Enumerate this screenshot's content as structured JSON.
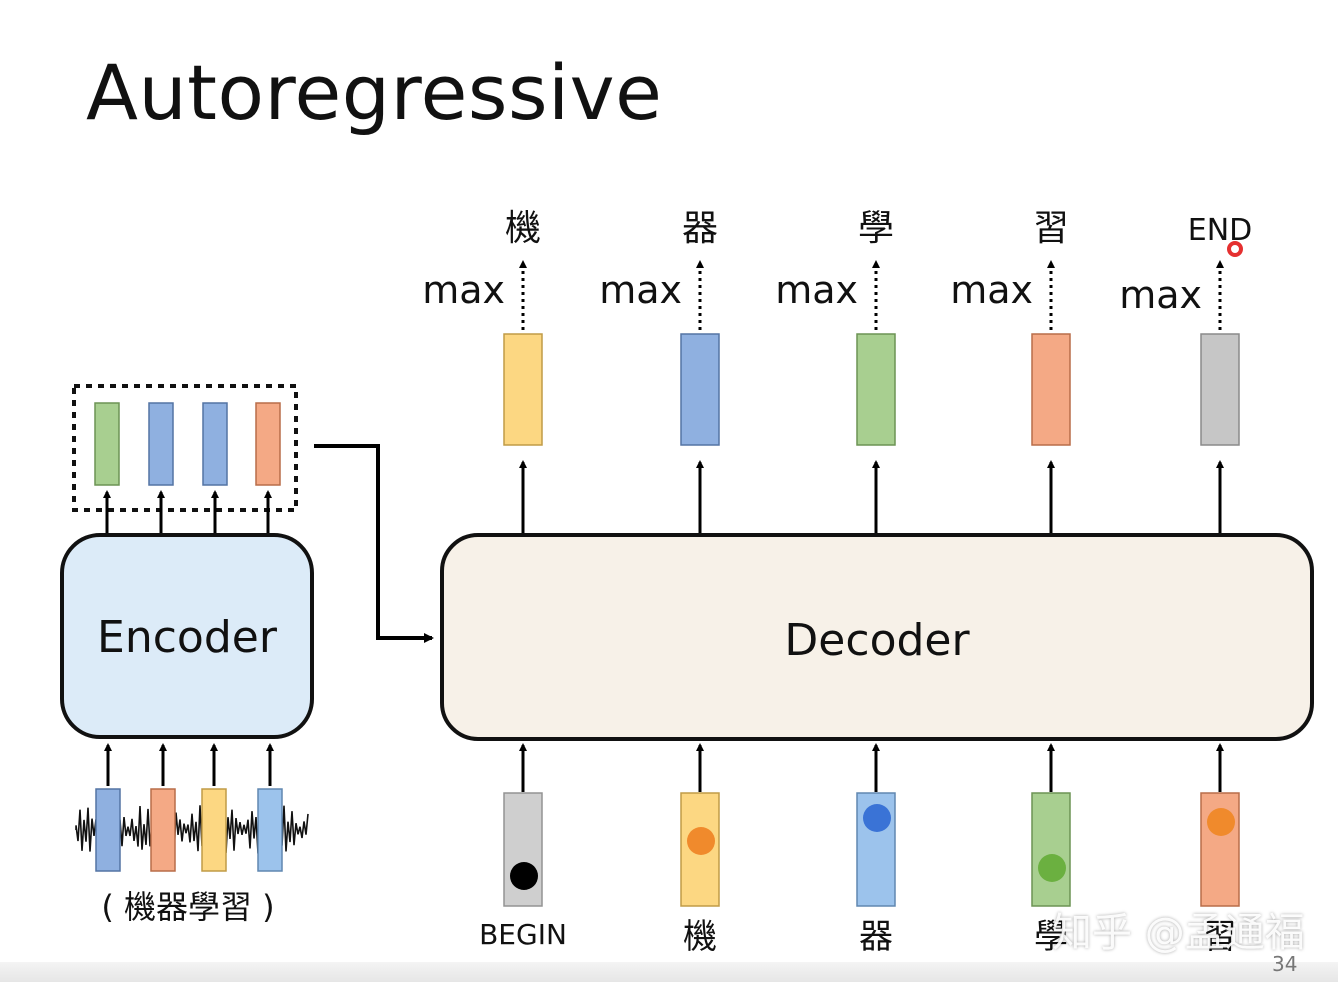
{
  "slide": {
    "title": "Autoregressive",
    "page_number": "34",
    "watermark": "知乎 @孟通福"
  },
  "encoder": {
    "label": "Encoder",
    "input_caption": "( 機器學習 )",
    "input_vector_colors": [
      "#8fb0e0",
      "#f4a985",
      "#fcd782",
      "#9cc3ec"
    ],
    "output_vector_colors": [
      "#a8cf90",
      "#8fb0e0",
      "#8fb0e0",
      "#f4a985"
    ]
  },
  "decoder": {
    "label": "Decoder",
    "max_label": "max",
    "outputs": [
      {
        "token": "機",
        "color": "#fcd782"
      },
      {
        "token": "器",
        "color": "#8fb0e0"
      },
      {
        "token": "學",
        "color": "#a8cf90"
      },
      {
        "token": "習",
        "color": "#f4a985"
      },
      {
        "token": "END",
        "color": "#c6c6c6"
      }
    ],
    "inputs": [
      {
        "token": "BEGIN",
        "color": "#cfcfcf",
        "dot_color": "#000000"
      },
      {
        "token": "機",
        "color": "#fcd782",
        "dot_color": "#f08a2c"
      },
      {
        "token": "器",
        "color": "#9cc3ec",
        "dot_color": "#3a73d6"
      },
      {
        "token": "學",
        "color": "#a8cf90",
        "dot_color": "#6bb040"
      },
      {
        "token": "習",
        "color": "#f4a985",
        "dot_color": "#f08a2c"
      }
    ]
  },
  "colors": {
    "encoder_fill": "#dcebf8",
    "decoder_fill": "#f7f1e8",
    "pointer_dot": "#e53030"
  }
}
